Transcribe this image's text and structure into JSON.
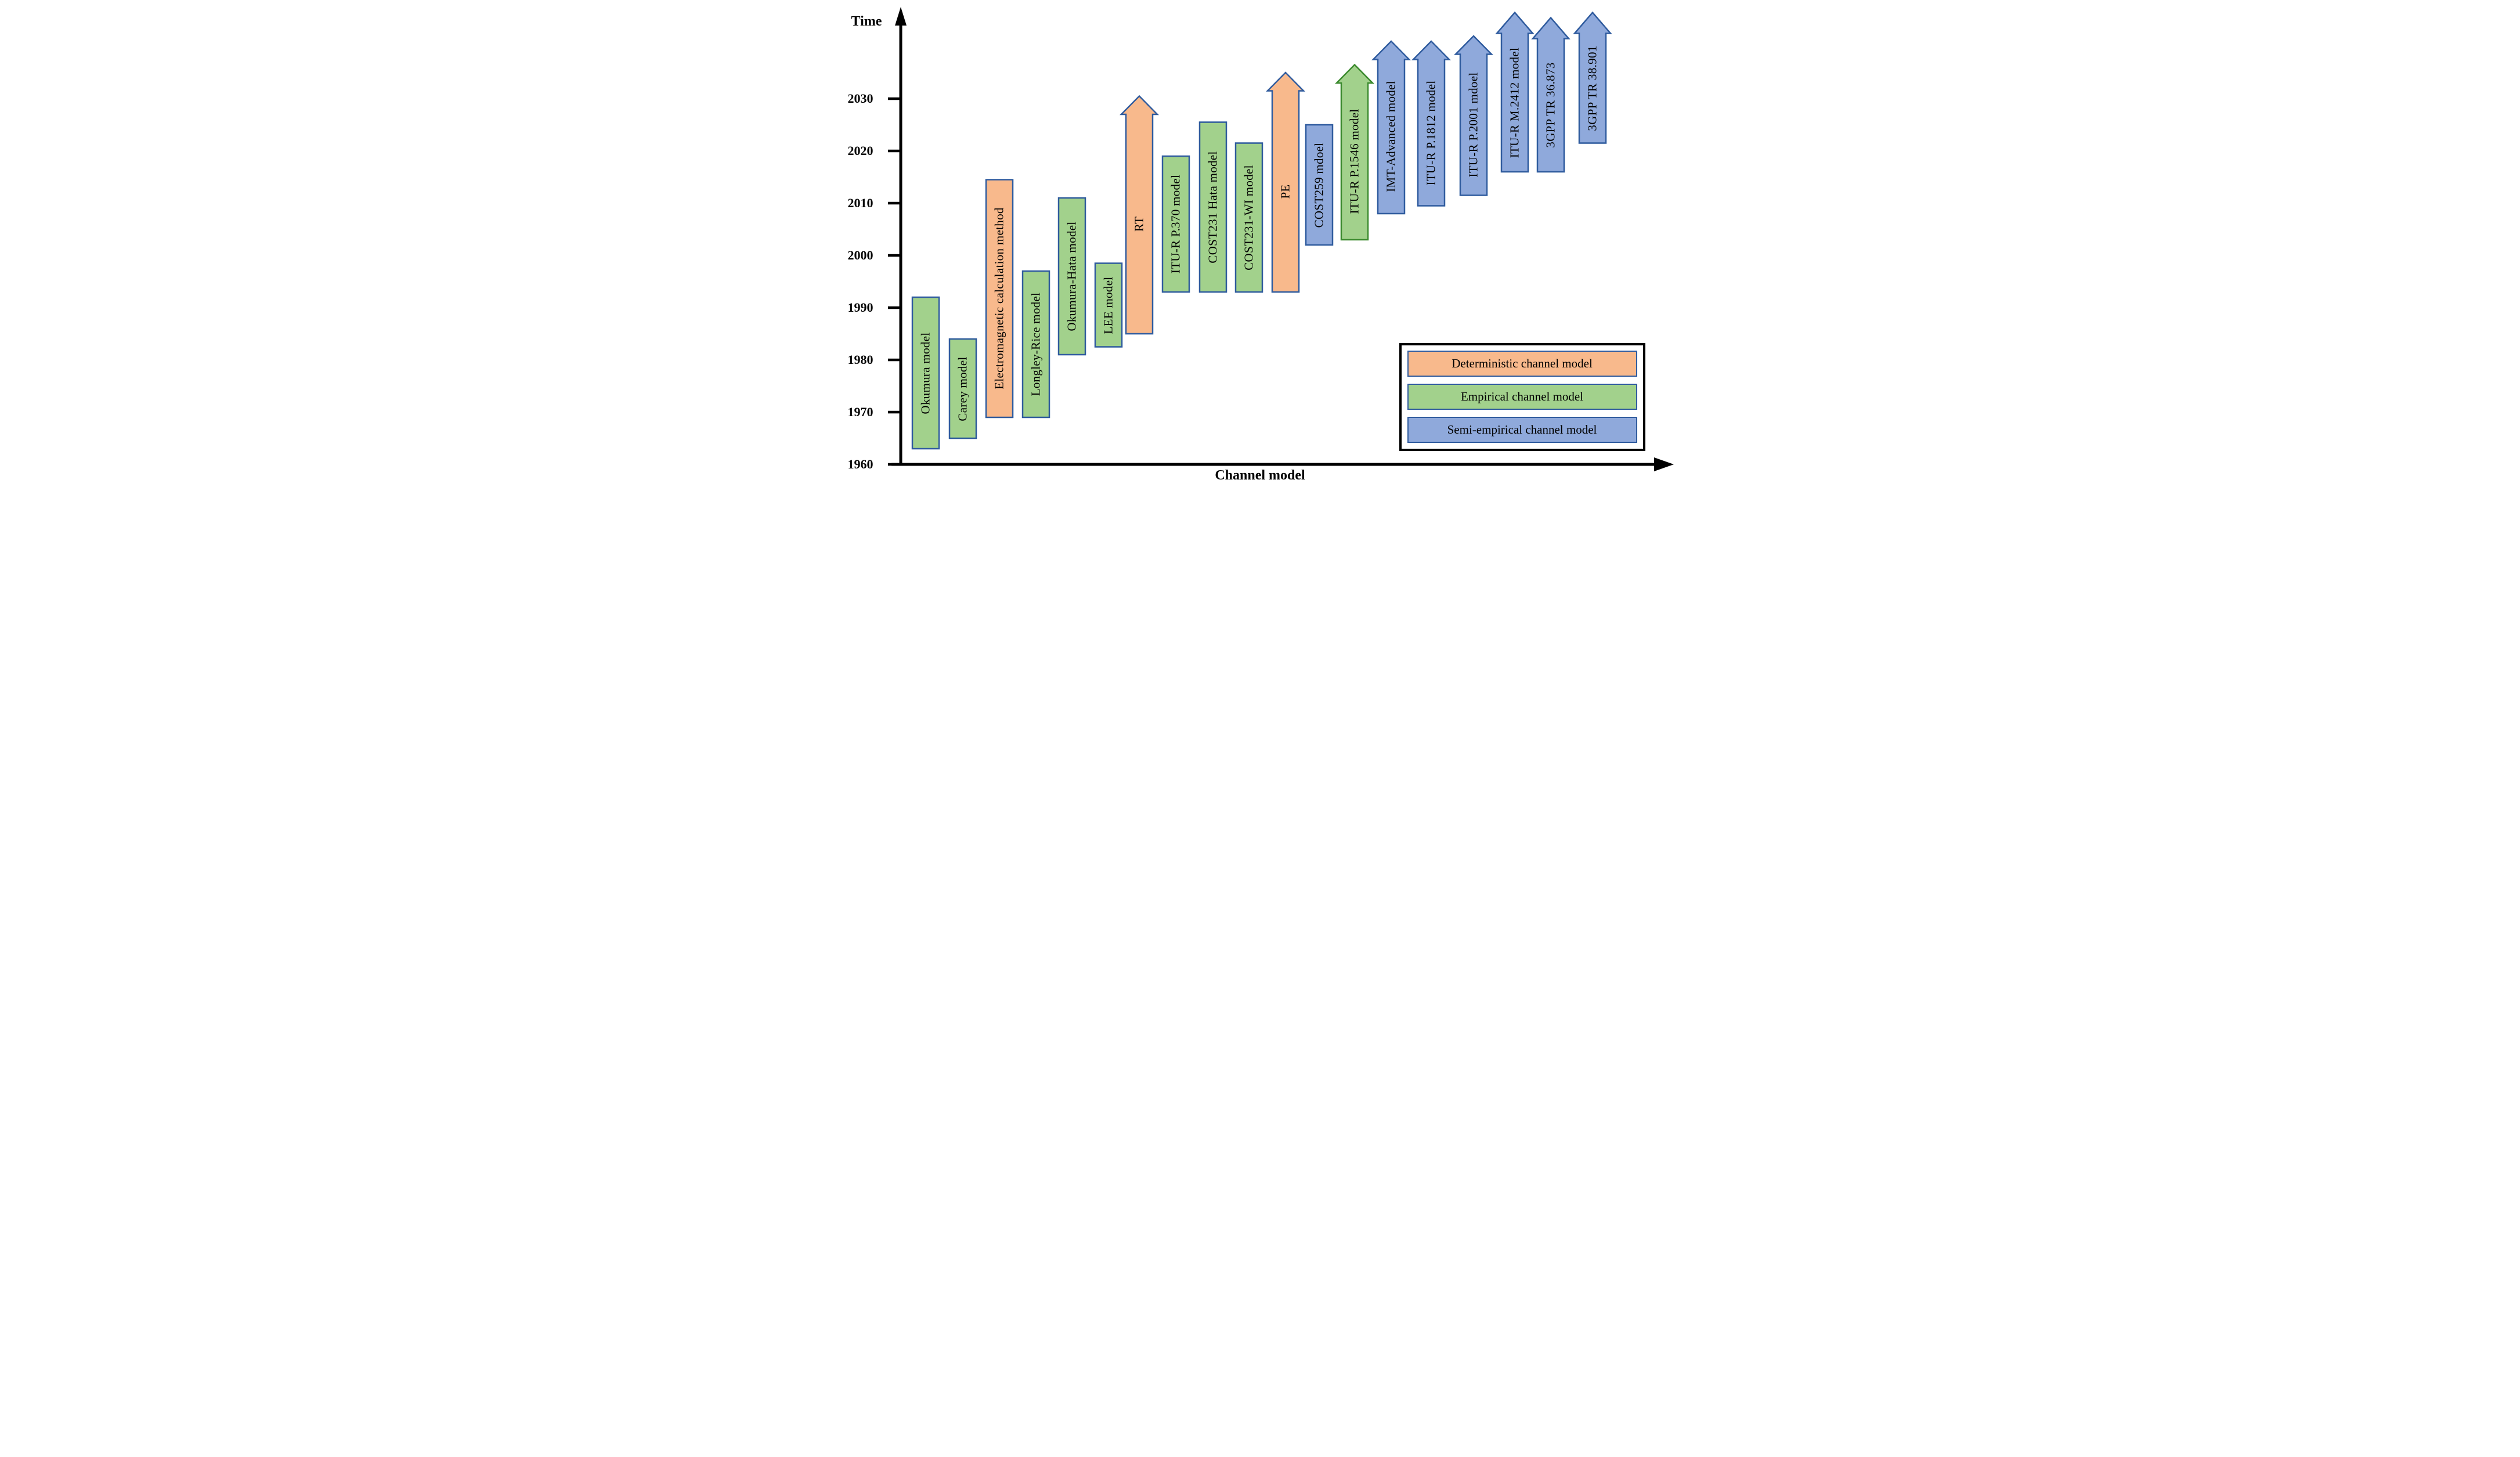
{
  "axes": {
    "y_label": "Time",
    "x_label": "Channel model",
    "y_ticks": [
      "2030",
      "2020",
      "2010",
      "2000",
      "1990",
      "1980",
      "1970",
      "1960"
    ]
  },
  "legend": {
    "items": [
      {
        "label": "Deterministic channel model",
        "type": "deterministic"
      },
      {
        "label": "Empirical channel model",
        "type": "empirical"
      },
      {
        "label": "Semi-empirical channel model",
        "type": "semi_empirical"
      }
    ]
  },
  "colors": {
    "deterministic_fill": "#F8B98C",
    "empirical_fill": "#A2D18C",
    "semi_empirical_fill": "#8FA9DB",
    "border_blue": "#2F5B9E",
    "border_green": "#3B8A2E",
    "axis_black": "#000000"
  },
  "chart_data": {
    "type": "bar",
    "subtype": "vertical-timeline-gantt",
    "xlabel": "Channel model",
    "ylabel": "Time",
    "ylim": [
      1960,
      2048
    ],
    "y_tick_values": [
      2030,
      2020,
      2010,
      2000,
      1990,
      1980,
      1970,
      1960
    ],
    "grid": false,
    "legend_position": "bottom-right",
    "series": [
      {
        "name": "Okumura model",
        "category": "empirical",
        "start": 1963,
        "end": 1992,
        "arrow": false
      },
      {
        "name": "Carey model",
        "category": "empirical",
        "start": 1965,
        "end": 1984,
        "arrow": false
      },
      {
        "name": "Electromagnetic calculation method",
        "category": "deterministic",
        "start": 1969,
        "end": 2014.5,
        "arrow": false
      },
      {
        "name": "Longley-Rice model",
        "category": "empirical",
        "start": 1969,
        "end": 1997,
        "arrow": false
      },
      {
        "name": "Okumura-Hata model",
        "category": "empirical",
        "start": 1981,
        "end": 2011,
        "arrow": false
      },
      {
        "name": "LEE model",
        "category": "empirical",
        "start": 1982.5,
        "end": 1998.5,
        "arrow": false
      },
      {
        "name": "RT",
        "category": "deterministic",
        "start": 1985,
        "end": 2027,
        "arrow": true,
        "tip": 2030.5
      },
      {
        "name": "ITU-R P.370 model",
        "category": "empirical",
        "start": 1993,
        "end": 2019,
        "arrow": false
      },
      {
        "name": "COST231 Hata model",
        "category": "empirical",
        "start": 1993,
        "end": 2025.5,
        "arrow": false
      },
      {
        "name": "COST231-WI model",
        "category": "empirical",
        "start": 1993,
        "end": 2021.5,
        "arrow": false
      },
      {
        "name": "PE",
        "category": "deterministic",
        "start": 1993,
        "end": 2031.5,
        "arrow": true,
        "tip": 2035
      },
      {
        "name": "COST259 mdoel",
        "category": "semi_empirical",
        "start": 2002,
        "end": 2025,
        "arrow": false
      },
      {
        "name": "ITU-R P.1546 model",
        "category": "empirical",
        "start": 2003,
        "end": 2033,
        "arrow": true,
        "tip": 2036.5,
        "border": "green"
      },
      {
        "name": "IMT-Advanced model",
        "category": "semi_empirical",
        "start": 2008,
        "end": 2037.5,
        "arrow": true,
        "tip": 2041
      },
      {
        "name": "ITU-R P.1812 model",
        "category": "semi_empirical",
        "start": 2009.5,
        "end": 2037.5,
        "arrow": true,
        "tip": 2041
      },
      {
        "name": "ITU-R P.2001 mdoel",
        "category": "semi_empirical",
        "start": 2011.5,
        "end": 2038.5,
        "arrow": true,
        "tip": 2042
      },
      {
        "name": "ITU-R M.2412 model",
        "category": "semi_empirical",
        "start": 2016,
        "end": 2042.5,
        "arrow": true,
        "tip": 2046.5
      },
      {
        "name": "3GPP TR 36.873",
        "category": "semi_empirical",
        "start": 2016,
        "end": 2041.5,
        "arrow": true,
        "tip": 2045.5
      },
      {
        "name": "3GPP TR 38.901",
        "category": "semi_empirical",
        "start": 2021.5,
        "end": 2042.5,
        "arrow": true,
        "tip": 2046.5
      }
    ]
  }
}
